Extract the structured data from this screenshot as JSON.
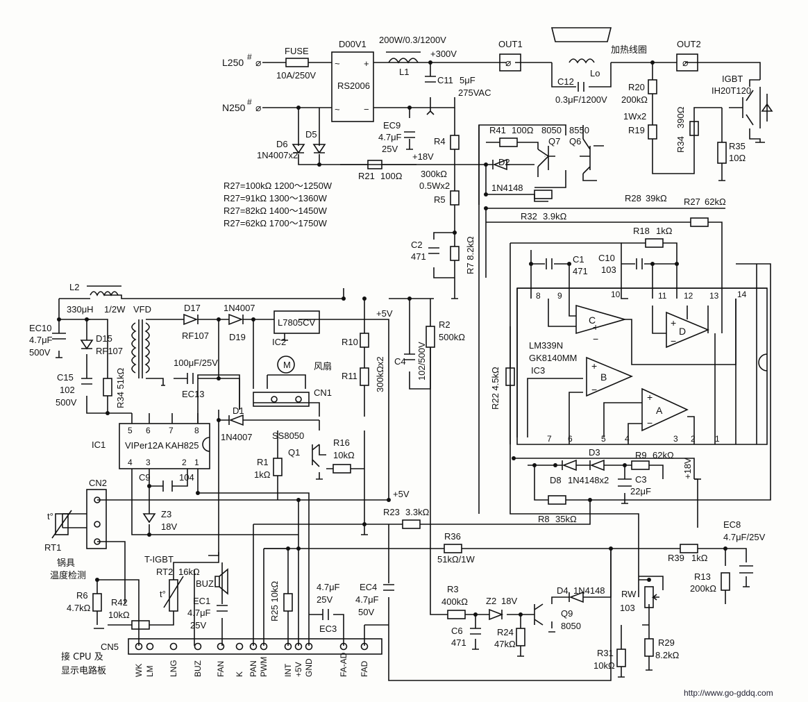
{
  "fuse": {
    "name": "FUSE",
    "value": "10A/250V"
  },
  "inputs": {
    "l": "L250",
    "n": "N250",
    "mark": "#"
  },
  "bridge": {
    "name": "D00V1",
    "part": "RS2006"
  },
  "l1": {
    "rating": "200W/0.3/1200V",
    "name": "L1",
    "plus300": "+300V"
  },
  "c11": {
    "name": "C11",
    "value1": "5μF",
    "value2": "275VAC"
  },
  "out1": "OUT1",
  "out2": "OUT2",
  "coil": {
    "label": "加热线圈",
    "lo": "Lo",
    "c12": "C12",
    "c12v": "0.3μF/1200V"
  },
  "r20": {
    "name": "R20",
    "value": "200kΩ",
    "power": "1Wx2",
    "r19": "R19"
  },
  "igbt": {
    "name": "IGBT",
    "part": "IH20T120"
  },
  "r34top": {
    "name": "R34",
    "value": "390Ω"
  },
  "r35": {
    "name": "R35",
    "value": "10Ω"
  },
  "ec9": {
    "name": "EC9",
    "value": "4.7μF",
    "volt": "25V"
  },
  "plus18": "+18V",
  "d6": {
    "name": "D6",
    "part": "1N4007x2",
    "d5": "D5"
  },
  "r41": {
    "name": "R41",
    "value": "100Ω"
  },
  "q7": {
    "part": "8050",
    "name": "Q7"
  },
  "q6": {
    "part": "8550",
    "name": "Q6"
  },
  "r4": {
    "name": "R4",
    "value": "300kΩ",
    "power": "0.5Wx2",
    "r5": "R5"
  },
  "d2": {
    "name": "D2",
    "part": "1N4148"
  },
  "r21": {
    "name": "R21",
    "value": "100Ω"
  },
  "r27table": [
    "R27=100kΩ  1200～1250W",
    "R27=91kΩ  1300～1360W",
    "R27=82kΩ  1400～1450W",
    "R27=62kΩ  1700～1750W"
  ],
  "r28": {
    "name": "R28",
    "value": "39kΩ"
  },
  "r27": {
    "name": "R27",
    "value": "62kΩ"
  },
  "r32": {
    "name": "R32",
    "value": "3.9kΩ"
  },
  "r18": {
    "name": "R18",
    "value": "1kΩ"
  },
  "c2": {
    "name": "C2",
    "value": "471"
  },
  "r7": {
    "name": "R7",
    "value": "8.2kΩ"
  },
  "c1": {
    "name": "C1",
    "value": "471"
  },
  "c10": {
    "name": "C10",
    "value": "103"
  },
  "l2": {
    "name": "L2",
    "value": "330μH",
    "power": "1/2W"
  },
  "vfd": "VFD",
  "d17": {
    "name": "D17",
    "part": "RF107"
  },
  "d19": {
    "name": "D19",
    "part": "1N4007"
  },
  "ic2": {
    "part": "L7805CV",
    "name": "IC2"
  },
  "plus5": "+5V",
  "r2": {
    "name": "R2",
    "value": "500kΩ"
  },
  "r10": {
    "name": "R10",
    "r11": "R11",
    "value": "300kΩx2"
  },
  "c4": {
    "name": "C4",
    "value": "102/500V"
  },
  "ec10": {
    "name": "EC10",
    "value": "4.7μF",
    "volt": "500V"
  },
  "d15": {
    "name": "D15",
    "part": "RF107"
  },
  "c15": {
    "name": "C15",
    "value": "102",
    "volt": "500V"
  },
  "r34": {
    "name": "R34",
    "value": "51kΩ"
  },
  "ec13": {
    "name": "EC13",
    "value": "100μF/25V"
  },
  "fan": {
    "m": "M",
    "label": "风扇",
    "cn1": "CN1"
  },
  "d1": {
    "name": "D1",
    "part": "1N4007"
  },
  "q1": {
    "part": "SS8050",
    "name": "Q1"
  },
  "r16": {
    "name": "R16",
    "value": "10kΩ"
  },
  "r1": {
    "name": "R1",
    "value": "1kΩ"
  },
  "ic1": {
    "name": "IC1",
    "part1": "VIPer12A",
    "part2": "KAH825",
    "pins_top": [
      "5",
      "6",
      "7",
      "8"
    ],
    "pins_bot": [
      "4",
      "3",
      "2",
      "1"
    ]
  },
  "c9": {
    "name": "C9",
    "value": "104"
  },
  "z3": {
    "name": "Z3",
    "value": "18V"
  },
  "lm339": {
    "part1": "LM339N",
    "part2": "GK8140MM",
    "name": "IC3",
    "comps": [
      "A",
      "B",
      "C",
      "D"
    ],
    "pins_top": [
      "8",
      "9",
      "10",
      "11",
      "12",
      "13",
      "14"
    ],
    "pins_bot": [
      "7",
      "6",
      "5",
      "4",
      "3",
      "2",
      "1"
    ]
  },
  "r22": {
    "name": "R22",
    "value": "4.5kΩ"
  },
  "d8": {
    "name": "D8",
    "d3": "D3",
    "part": "1N4148x2"
  },
  "r9": {
    "name": "R9",
    "value": "62kΩ"
  },
  "c3": {
    "name": "C3",
    "value": "22μF"
  },
  "r8": {
    "name": "R8",
    "value": "35kΩ"
  },
  "r23": {
    "name": "R23",
    "value": "3.3kΩ"
  },
  "cn2": {
    "name": "CN2",
    "t": "t°",
    "rt1": "RT1",
    "label1": "锅具",
    "label2": "温度检测"
  },
  "r36": {
    "name": "R36",
    "value": "51kΩ/1W"
  },
  "ec8": {
    "name": "EC8",
    "value": "4.7μF/25V"
  },
  "r39": {
    "name": "R39",
    "value": "1kΩ"
  },
  "r13": {
    "name": "R13",
    "value": "200kΩ"
  },
  "tigbt": {
    "label": "T-IGBT",
    "rt2": "RT2",
    "value": "16kΩ",
    "t": "t°"
  },
  "buz": "BUZ",
  "ec1": {
    "name": "EC1",
    "value": "4.7μF",
    "volt": "25V"
  },
  "r6": {
    "name": "R6",
    "value": "4.7kΩ"
  },
  "r42": {
    "name": "R42",
    "value": "10kΩ"
  },
  "r25": {
    "name": "R25",
    "value": "10kΩ"
  },
  "ec3": {
    "name": "EC3",
    "value": "4.7μF",
    "volt": "25V"
  },
  "ec4": {
    "name": "EC4",
    "value": "4.7μF",
    "volt": "50V"
  },
  "r3": {
    "name": "R3",
    "value": "400kΩ"
  },
  "z2": {
    "name": "Z2",
    "value": "18V"
  },
  "d4": {
    "name": "D4",
    "part": "1N4148"
  },
  "q9": {
    "name": "Q9",
    "part": "8050"
  },
  "c6": {
    "name": "C6",
    "value": "471"
  },
  "r24": {
    "name": "R24",
    "value": "47kΩ"
  },
  "rw": {
    "name": "RW",
    "value": "103"
  },
  "r29": {
    "name": "R29",
    "value": "8.2kΩ"
  },
  "r31": {
    "name": "R31",
    "value": "10kΩ"
  },
  "cn5": {
    "name": "CN5",
    "caption1": "接 CPU 及",
    "caption2": "显示电路板",
    "pins": [
      "WK",
      "LM",
      "LNG",
      "BUZ",
      "FAN",
      "K",
      "PAN",
      "PWM",
      "INT",
      "+5V",
      "GND",
      "FA-AD",
      "FAD"
    ]
  },
  "watermark": "http://www.go-gddq.com"
}
